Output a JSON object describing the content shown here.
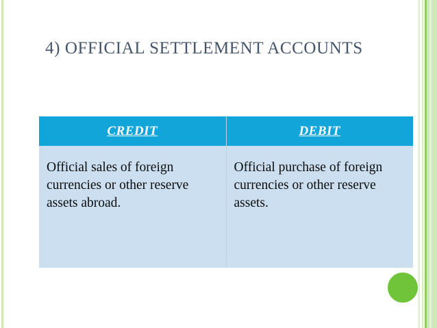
{
  "slide": {
    "title": "4) OFFICIAL SETTLEMENT ACCOUNTS",
    "background_color": "#FFFFFF",
    "title_color": "#44546A"
  },
  "decorations": {
    "left_stripe_color": "#CFE7BD",
    "right_stripe_colors": [
      "#E4F1D9",
      "#FFFFFF",
      "#D9ECC9",
      "#F3F9EE",
      "#8FCC63",
      "#CDE9B6",
      "#E6F3DA",
      "#CFE8BA"
    ],
    "dot_color": "#6FC43A",
    "dot_label": "green-circle-accent"
  },
  "table": {
    "header_bg": "#12A5D9",
    "header_text_color": "#FFFFFF",
    "body_bg": "#CBDFF0",
    "body_text_color": "#0C0C0C",
    "columns": [
      "CREDIT",
      "DEBIT"
    ],
    "rows": [
      {
        "credit": "Official sales of foreign currencies or other reserve assets abroad.",
        "debit": "Official purchase of foreign currencies or other reserve assets."
      }
    ]
  }
}
